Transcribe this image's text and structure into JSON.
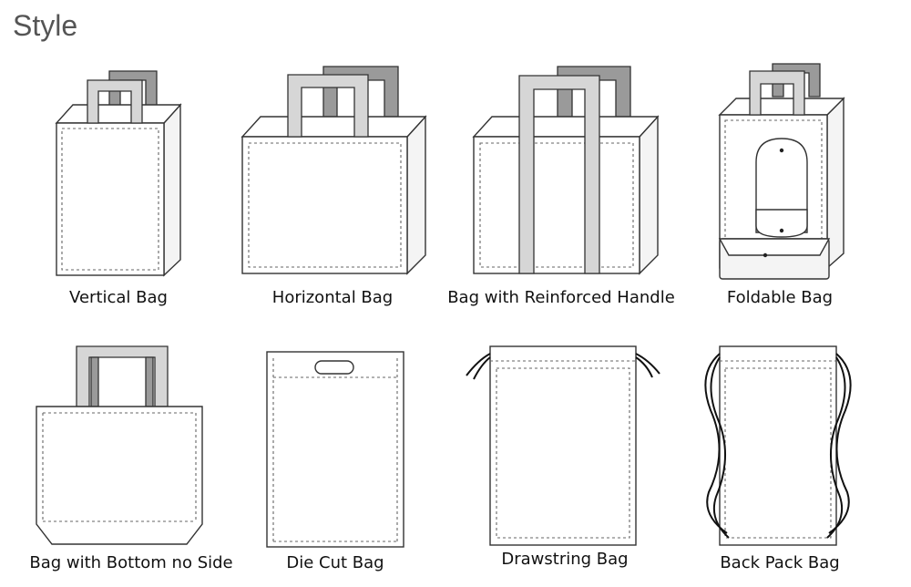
{
  "title": "Style",
  "styles": [
    {
      "key": "vertical",
      "label": "Vertical Bag"
    },
    {
      "key": "horizontal",
      "label": "Horizontal Bag"
    },
    {
      "key": "reinforced",
      "label": "Bag with Reinforced Handle"
    },
    {
      "key": "foldable",
      "label": "Foldable Bag"
    },
    {
      "key": "bottom",
      "label": "Bag with Bottom no Side"
    },
    {
      "key": "diecut",
      "label": "Die Cut Bag"
    },
    {
      "key": "drawstring",
      "label": "Drawstring Bag"
    },
    {
      "key": "backpack",
      "label": "Back Pack Bag"
    }
  ]
}
